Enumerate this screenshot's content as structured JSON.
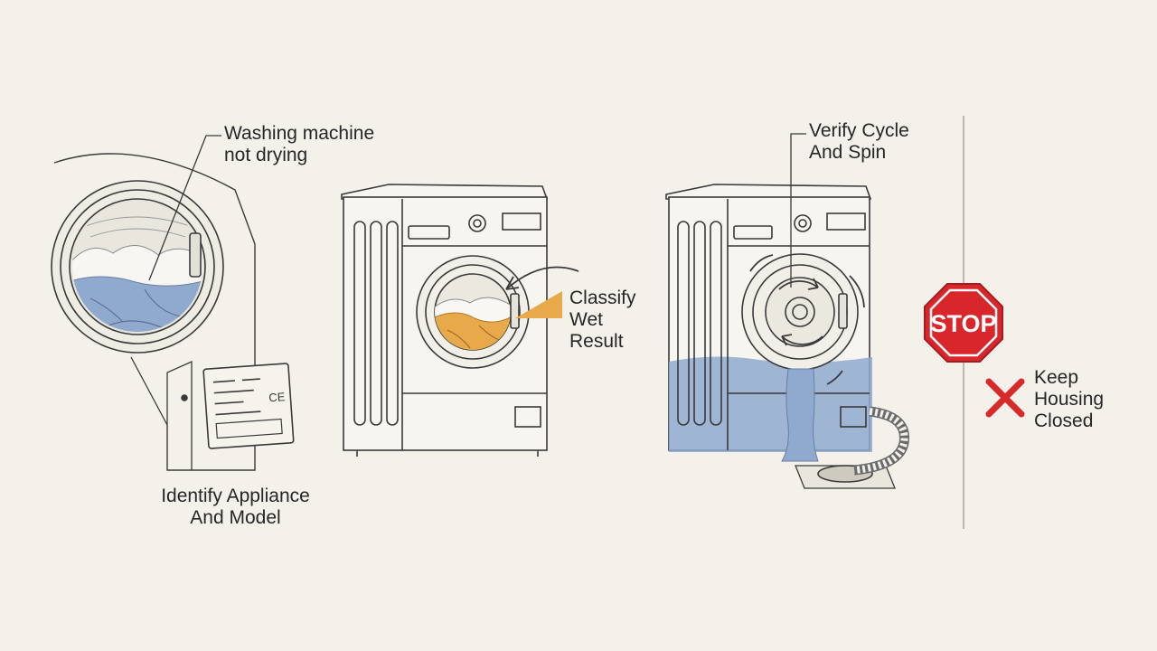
{
  "labels": {
    "symptom": [
      "Washing machine",
      "not drying"
    ],
    "identify": [
      "Identify Appliance",
      "And Model"
    ],
    "classify": [
      "Classify",
      "Wet",
      "Result"
    ],
    "verify": [
      "Verify Cycle",
      "And Spin"
    ],
    "keep": [
      "Keep",
      "Housing",
      "Closed"
    ]
  },
  "stop_sign": {
    "text": "STOP"
  },
  "rating_plate": {
    "mark": "CE"
  },
  "colors": {
    "background": "#f3f1e9",
    "ink": "#3a3a3a",
    "water_blue": "#8fa9cf",
    "wet_orange": "#e8a94a",
    "stop_red": "#d9262b",
    "x_red": "#d72a2a"
  },
  "icons": [
    "stop-sign-icon",
    "x-mark-icon",
    "spin-arrows-icon",
    "curved-arrow-icon"
  ]
}
